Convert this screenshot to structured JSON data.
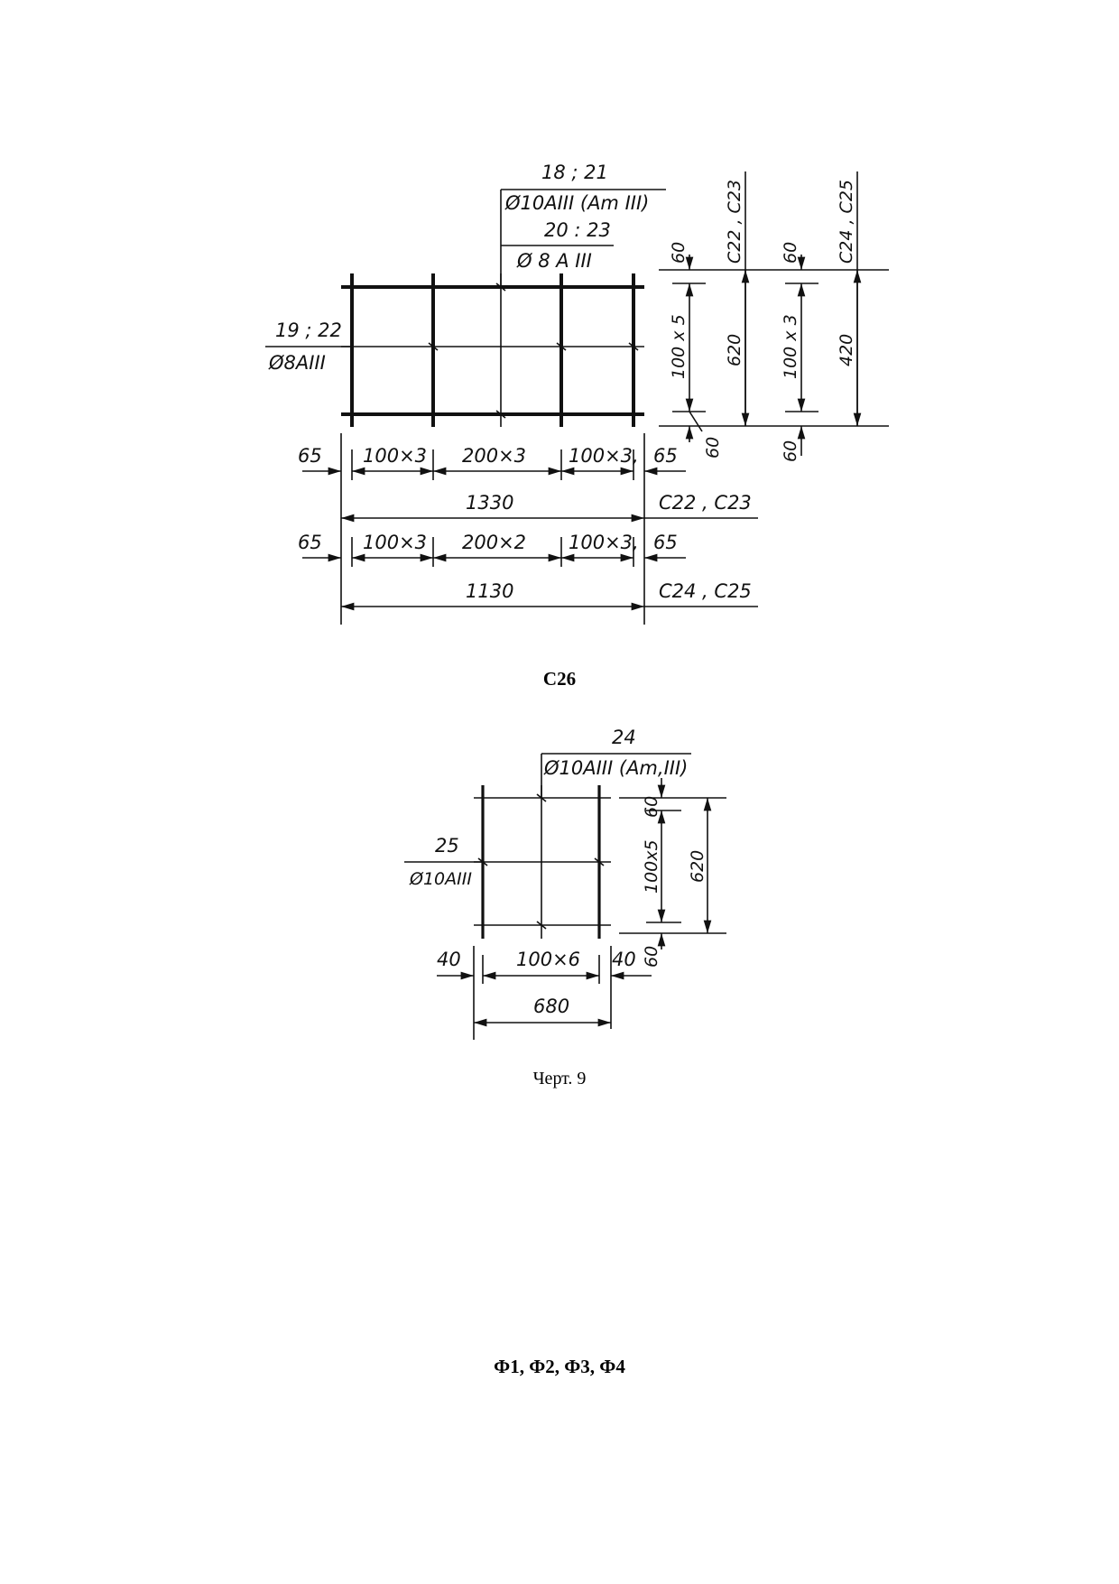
{
  "drawing_top": {
    "callout_top": {
      "pos": "18 ; 21",
      "bar": "Ø10AIII (Am III)"
    },
    "callout_second": {
      "pos": "20 : 23",
      "bar": "Ø 8 A III"
    },
    "callout_left": {
      "pos": "19 ; 22",
      "bar": "Ø8AIII"
    },
    "right_dims": {
      "label_c22_c23": "C22 , C23",
      "label_c24_c25": "C24 , C25",
      "dim_60_top_a": "60",
      "dim_100x5": "100 x 5",
      "dim_620": "620",
      "dim_60_top_b": "60",
      "dim_100x3": "100 x 3",
      "dim_420": "420",
      "dim_60_bottom_a": "60",
      "dim_60_bottom_b": "60"
    },
    "row1": {
      "left": "65",
      "seg1": "100×3",
      "seg2": "200×3",
      "seg3": "100×3,",
      "right": "65",
      "total": "1330",
      "marks": "C22 , C23"
    },
    "row2": {
      "left": "65",
      "seg1": "100×3",
      "seg2": "200×2",
      "seg3": "100×3,",
      "right": "65",
      "total": "1130",
      "marks": "C24 , C25"
    }
  },
  "caption_c26": "С26",
  "drawing_c26": {
    "callout_top": {
      "pos": "24",
      "bar": "Ø10AIII (Am,III)"
    },
    "callout_left": {
      "pos": "25",
      "bar": "Ø10AIII"
    },
    "dim_60_top": "60",
    "dim_100x5": "100x5",
    "dim_620": "620",
    "dim_60_bottom": "60",
    "left": "40",
    "seg": "100×6",
    "right": "40",
    "total": "680"
  },
  "caption_figure": "Черт. 9",
  "caption_f": "Ф1, Ф2, Ф3, Ф4"
}
